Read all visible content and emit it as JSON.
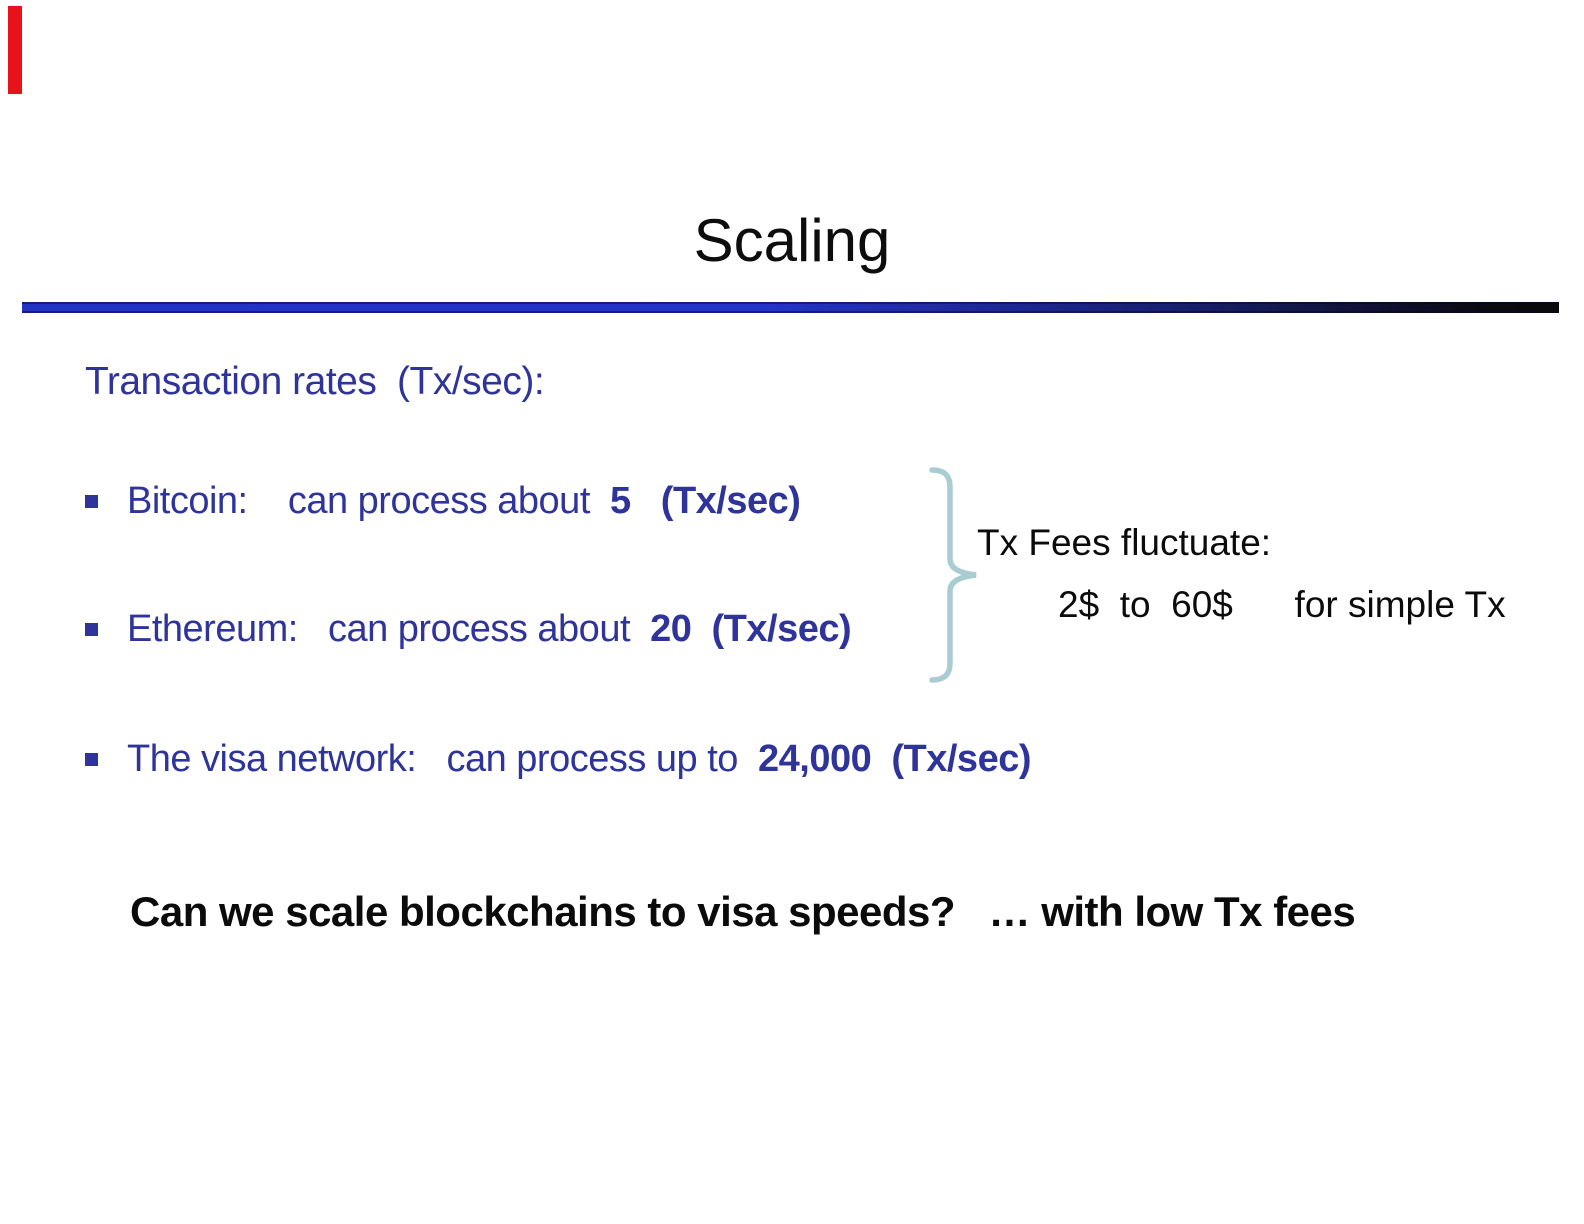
{
  "slide": {
    "title": "Scaling",
    "heading": "Transaction rates  (Tx/sec):",
    "bullets": [
      {
        "prefix": "Bitcoin:    can process about  ",
        "bold": "5   (Tx/sec)"
      },
      {
        "prefix": "Ethereum:   can process about  ",
        "bold": "20  (Tx/sec)"
      },
      {
        "prefix": "The visa network:   can process up to  ",
        "bold": "24,000  (Tx/sec)"
      }
    ],
    "fees_note": {
      "line1": "Tx Fees fluctuate:",
      "line2": "2$  to  60$      for simple Tx"
    },
    "question": "Can we scale blockchains to visa speeds?   … with low Tx fees",
    "colors": {
      "accent_blue_text": "#2e3499",
      "divider_blue": "#2333c4",
      "divider_black": "#0a0a0a",
      "brace_stroke": "#a9cbd2",
      "red_marker": "#e8121a",
      "black_text": "#0b0b0b"
    }
  }
}
